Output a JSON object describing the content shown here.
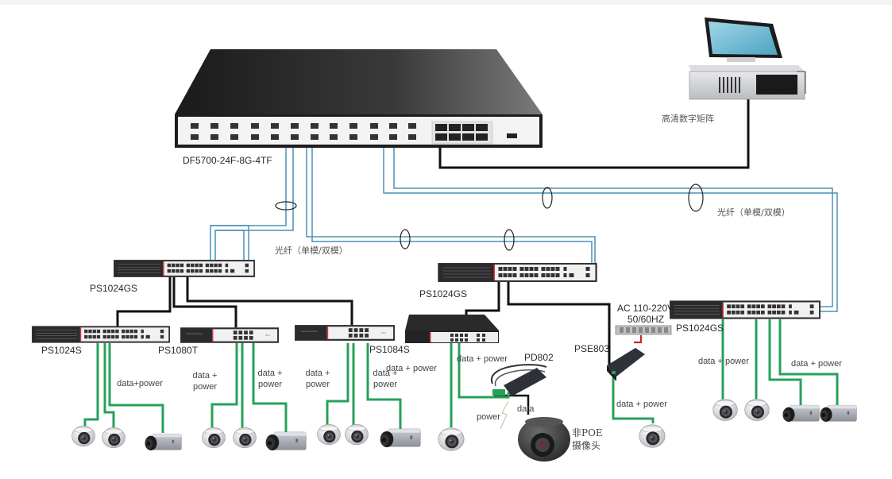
{
  "title": "Network topology: DF5700 core switch with PoE switches and IP cameras",
  "colors": {
    "fiber": "#4a90b8",
    "ethernet": "#111111",
    "poe": "#27a05a",
    "power_red": "#c8262a",
    "background": "#ffffff"
  },
  "devices": {
    "core_switch": {
      "model": "DF5700-24F-8G-4TF",
      "icon": "rack-switch-icon"
    },
    "matrix": {
      "label": "高清数字矩阵",
      "icon": "digital-matrix-server-icon"
    },
    "agg_left": {
      "model": "PS1024GS",
      "icon": "switch-24port-icon"
    },
    "agg_mid": {
      "model": "PS1024GS",
      "icon": "switch-24port-icon"
    },
    "agg_right": {
      "model": "PS1024GS",
      "icon": "switch-24port-icon"
    },
    "access_1": {
      "model": "PS1024S",
      "icon": "switch-24port-icon"
    },
    "access_2": {
      "model": "PS1080T",
      "icon": "switch-8port-icon"
    },
    "access_3": {
      "model": "PS1084S",
      "icon": "switch-8port-icon"
    },
    "access_4": {
      "model": "",
      "icon": "desktop-switch-icon"
    },
    "pd": {
      "model": "PD802",
      "icon": "poe-splitter-icon"
    },
    "pse": {
      "model": "PSE803",
      "icon": "poe-injector-icon"
    },
    "power_strip": {
      "label_line1": "AC 110-220V",
      "label_line2": "50/60HZ",
      "icon": "power-strip-icon"
    },
    "non_poe_cam": {
      "label_line1": "非POE",
      "label_line2": "摄像头",
      "icon": "dome-camera-dark-icon"
    }
  },
  "fiber_labels": [
    "光纤（单模/双模）",
    "光纤（单模/双模）"
  ],
  "link_labels": {
    "access1": "data+power",
    "access2_left": "data + power",
    "access2_right": "data + power",
    "access3_left": "data + power",
    "access3_right": "data + power",
    "access4": "data + power",
    "pd_power": "power",
    "pd_data": "data",
    "pse": "data + power",
    "agg_right_left": "data + power",
    "agg_right_right": "data + power"
  },
  "cameras": [
    {
      "type": "dome",
      "group": "PS1024S"
    },
    {
      "type": "dome",
      "group": "PS1024S"
    },
    {
      "type": "box",
      "group": "PS1024S"
    },
    {
      "type": "dome",
      "group": "PS1080T"
    },
    {
      "type": "dome",
      "group": "PS1080T"
    },
    {
      "type": "box",
      "group": "PS1080T"
    },
    {
      "type": "dome",
      "group": "PS1084S"
    },
    {
      "type": "dome",
      "group": "PS1084S"
    },
    {
      "type": "box",
      "group": "PS1084S"
    },
    {
      "type": "dome",
      "group": "desktop-switch"
    },
    {
      "type": "dome",
      "group": "PSE803"
    },
    {
      "type": "dome",
      "group": "PS1024GS-right"
    },
    {
      "type": "dome",
      "group": "PS1024GS-right"
    },
    {
      "type": "box",
      "group": "PS1024GS-right"
    },
    {
      "type": "box",
      "group": "PS1024GS-right"
    }
  ]
}
